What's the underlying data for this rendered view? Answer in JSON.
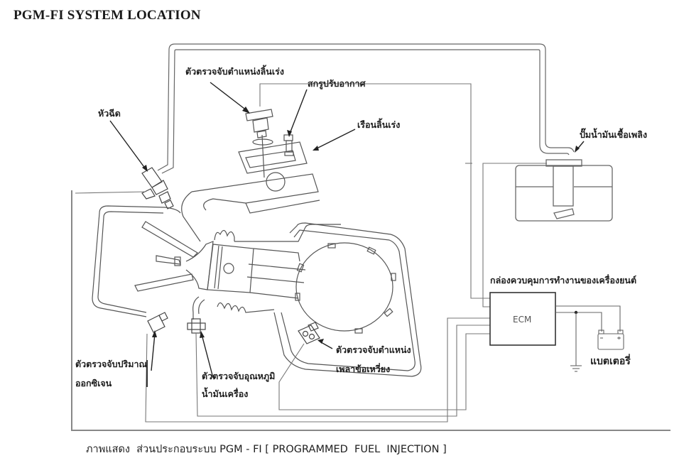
{
  "title": "PGM-FI SYSTEM LOCATION",
  "labels": {
    "throttle_position_sensor": "ตัวตรวจจับตำแหน่งลิ้นเร่ง",
    "air_screw": "สกรูปรับอากาศ",
    "throttle_body": "เรือนลิ้นเร่ง",
    "injector": "หัวฉีด",
    "fuel_pump": "ปั๊มน้ำมันเชื้อเพลิง",
    "ecm_description": "กล่องควบคุมการทำงานของเครื่องยนต์",
    "ecm": "ECM",
    "battery": "แบตเตอรี่",
    "crank_sensor_line1": "ตัวตรวจจับตำแหน่ง",
    "crank_sensor_line2": "เพลาข้อเหวี่ยง",
    "oil_temp_sensor_line1": "ตัวตรวจจับอุณหภูมิ",
    "oil_temp_sensor_line2": "น้ำมันเครื่อง",
    "o2_sensor_line1": "ตัวตรวจจับปริมาณ",
    "o2_sensor_line2": "ออกซิเจน"
  },
  "caption": "ภาพแสดง  ส่วนประกอบระบบ PGM - FI [ PROGRAMMED  FUEL  INJECTION ]",
  "colors": {
    "line": "#555555",
    "wire": "#7a7a7a",
    "text": "#1e1e1e"
  }
}
